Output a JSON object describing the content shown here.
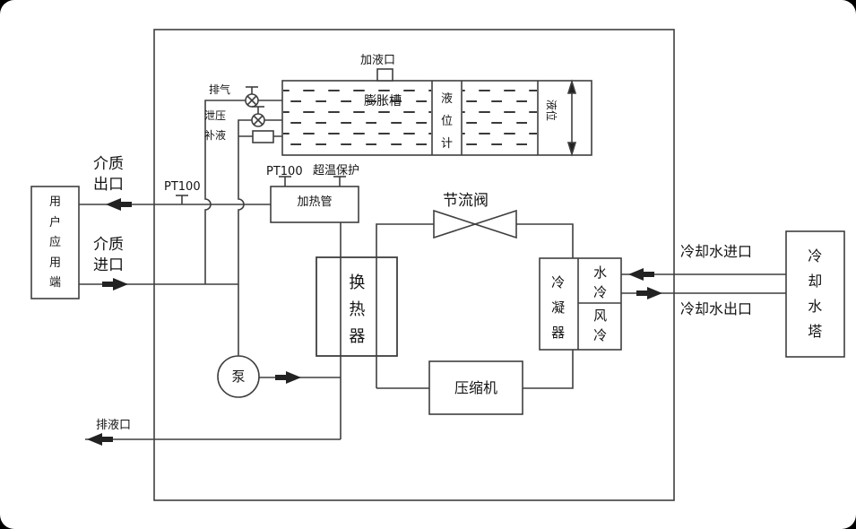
{
  "labels": {
    "fill_port": "加液口",
    "expansion_tank": "膨胀槽",
    "level_gauge": "液位计",
    "liquid_level": "液位",
    "vent": "排气",
    "pressure_relief": "泄压",
    "fluid_makeup": "补液",
    "pt100_outlet": "PT100",
    "pt100_heater": "PT100",
    "overtemp_protection": "超温保护",
    "medium_outlet": "介质出口",
    "medium_inlet": "介质进口",
    "user_terminal": "用户应用端",
    "heater": "加热管",
    "heat_exchanger": "换热器",
    "throttle_valve": "节流阀",
    "compressor": "压缩机",
    "condenser": "冷凝器",
    "water_cooled": "水冷",
    "air_cooled": "风冷",
    "pump": "泵",
    "drain_port": "排液口",
    "cooling_water_inlet": "冷却水进口",
    "cooling_water_outlet": "冷却水出口",
    "cooling_tower": "冷却水塔"
  },
  "colors": {
    "line": "#3f3f3f",
    "text": "#141414",
    "background": "#ffffff",
    "frame": "#000000"
  }
}
